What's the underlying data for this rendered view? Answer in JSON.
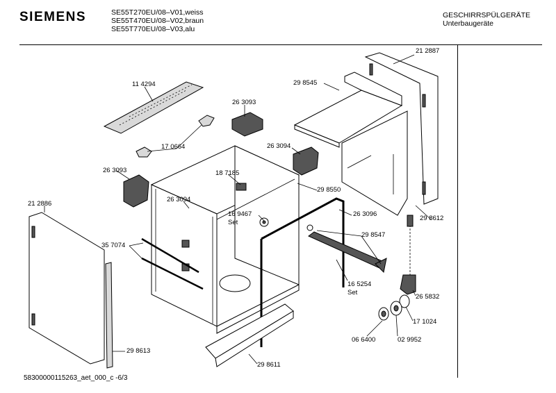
{
  "header": {
    "brand": "SIEMENS",
    "models": [
      "SE55T270EU/08–V01,weiss",
      "SE55T470EU/08–V02,braun",
      "SE55T770EU/08–V03,alu"
    ],
    "category": "GESCHIRRSPÜLGERÄTE",
    "subcategory": "Unterbaugeräte"
  },
  "parts": {
    "p212887": "21 2887",
    "p298545": "29 8545",
    "p114294": "11 4294",
    "p263093a": "26 3093",
    "p170664": "17 0664",
    "p263094a": "26 3094",
    "p263093b": "26 3093",
    "p187185": "18 7185",
    "p298550": "29 8550",
    "p212886": "21 2886",
    "p263094b": "26 3094",
    "p169467": "16 9467",
    "p169467set": "Set",
    "p263096": "26 3096",
    "p298612": "29 8612",
    "p298547": "29 8547",
    "p357074": "35 7074",
    "p165254": "16 5254",
    "p165254set": "Set",
    "p265832": "26 5832",
    "p171024": "17 1024",
    "p066400": "06 6400",
    "p029952": "02 9952",
    "p298613": "29 8613",
    "p298611": "29 8611"
  },
  "footer": "58300000115263_aet_000_c  -6/3"
}
